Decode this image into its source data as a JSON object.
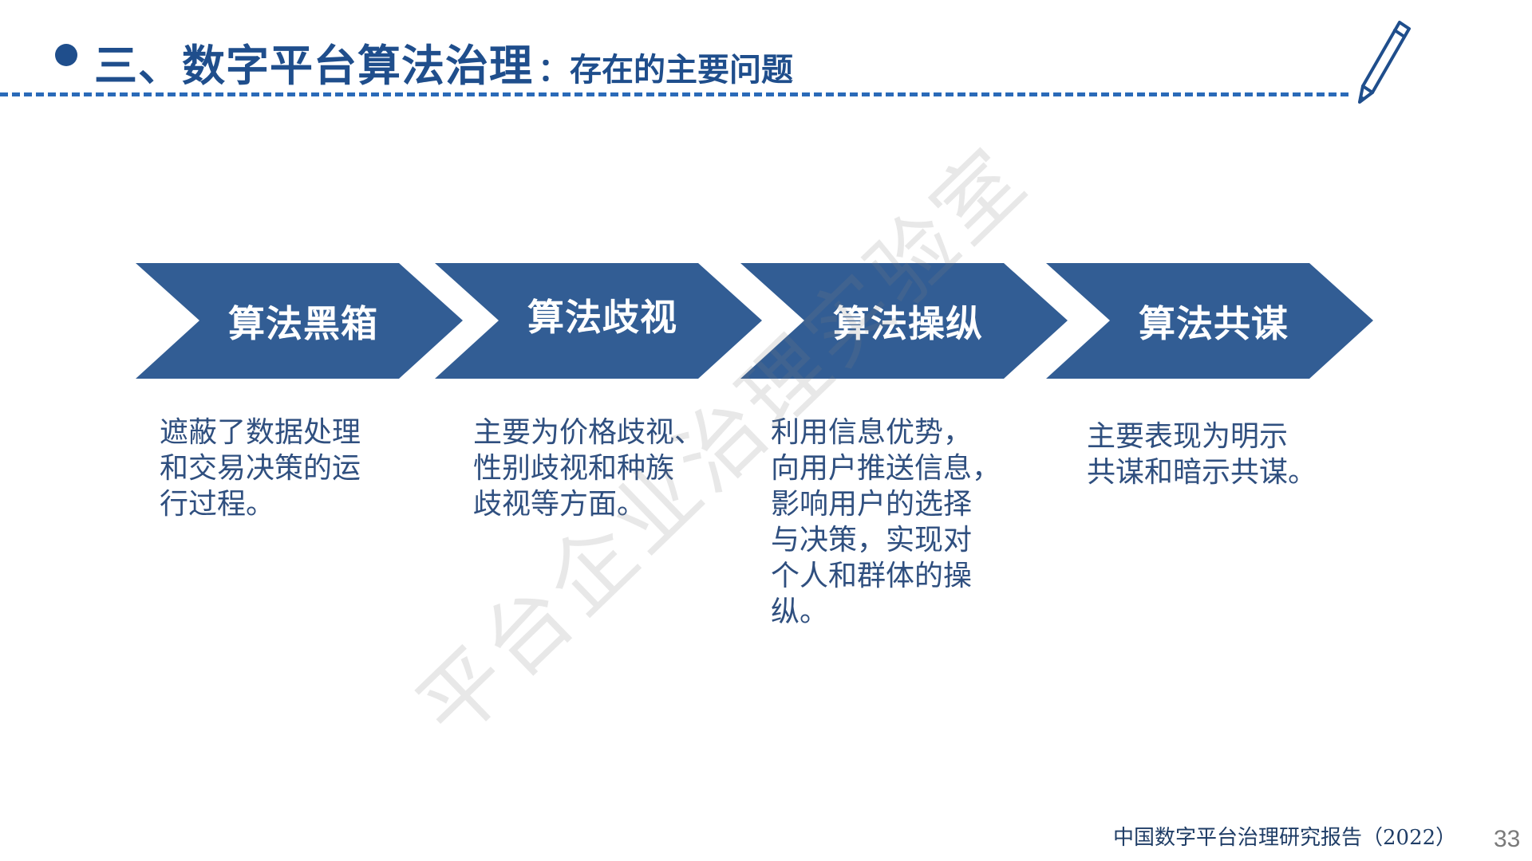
{
  "header": {
    "title": "三、数字平台算法治理",
    "subtitle": "：存在的主要问题"
  },
  "icons": {
    "bullet": "bullet-dot",
    "pen": "pen-icon"
  },
  "colors": {
    "title": "#1f4e8c",
    "chevron_fill": "#325d94",
    "divider": "#2a6ab8",
    "description_text": "#2f4f7f"
  },
  "steps": [
    {
      "label": "算法黑箱",
      "description": "遮蔽了数据处理\n和交易决策的运\n行过程。"
    },
    {
      "label": "算法歧视",
      "description": "主要为价格歧视、\n性别歧视和种族\n歧视等方面。"
    },
    {
      "label": "算法操纵",
      "description": "利用信息优势，\n向用户推送信息，\n影响用户的选择\n与决策，实现对\n个人和群体的操\n纵。"
    },
    {
      "label": "算法共谋",
      "description": "主要表现为明示\n共谋和暗示共谋。"
    }
  ],
  "watermark": "平台企业治理实验室",
  "footer": {
    "report_title": "中国数字平台治理研究报告（2022）",
    "page_number": "33"
  }
}
